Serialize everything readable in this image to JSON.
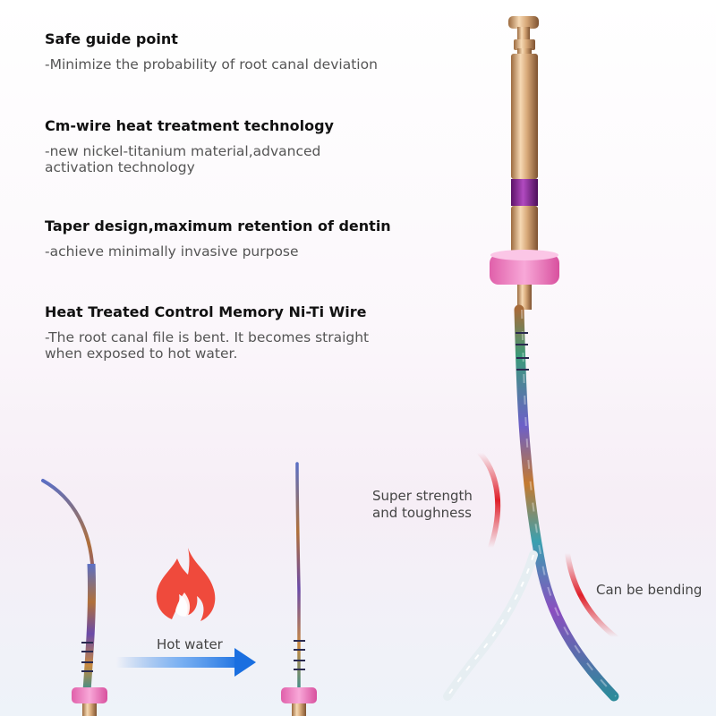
{
  "features": [
    {
      "title": "Safe guide point",
      "desc": "-Minimize the probability of root canal deviation"
    },
    {
      "title": "Cm-wire heat treatment technology",
      "desc": "-new nickel-titanium material,advanced\n  activation technology"
    },
    {
      "title": "Taper design,maximum retention of dentin",
      "desc": "-achieve minimally invasive purpose"
    },
    {
      "title": "Heat Treated Control Memory Ni-Ti Wire",
      "desc": "-The root canal file is bent. It becomes straight\nwhen exposed to hot water."
    }
  ],
  "callouts": {
    "strength": "Super strength\nand toughness",
    "bending": "Can be bending",
    "hot_water": "Hot water"
  },
  "icons": {
    "flame": "flame-icon",
    "arrow": "arrow-right-icon"
  },
  "colors": {
    "handle_gold": "#d4a878",
    "purple_band": "#8a2a9a",
    "pink_stopper": "#f07cc0",
    "flame": "#ef4a3c",
    "arrow": "#2f7de0",
    "red_arc": "#e0202a"
  }
}
